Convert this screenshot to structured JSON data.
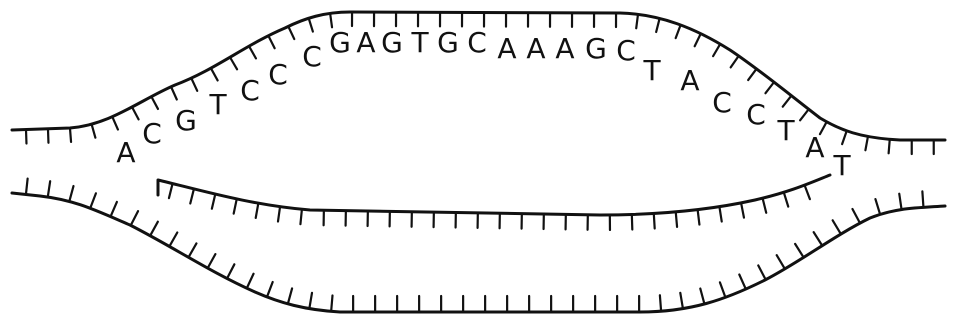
{
  "diagram": {
    "exposed_sequence": "ACGTCCCGAGTGCAAAGCTACCTAT",
    "bases": [
      {
        "letter": "A",
        "side": "left"
      },
      {
        "letter": "C",
        "side": "left"
      },
      {
        "letter": "G",
        "side": "left"
      },
      {
        "letter": "T",
        "side": "left"
      },
      {
        "letter": "C",
        "side": "left"
      },
      {
        "letter": "C",
        "side": "left"
      },
      {
        "letter": "C",
        "side": "left"
      },
      {
        "letter": "G",
        "side": "top"
      },
      {
        "letter": "A",
        "side": "top"
      },
      {
        "letter": "G",
        "side": "top"
      },
      {
        "letter": "T",
        "side": "top"
      },
      {
        "letter": "G",
        "side": "top"
      },
      {
        "letter": "C",
        "side": "top"
      },
      {
        "letter": "A",
        "side": "top"
      },
      {
        "letter": "A",
        "side": "top"
      },
      {
        "letter": "A",
        "side": "top"
      },
      {
        "letter": "G",
        "side": "top"
      },
      {
        "letter": "C",
        "side": "top"
      },
      {
        "letter": "T",
        "side": "right"
      },
      {
        "letter": "A",
        "side": "right"
      },
      {
        "letter": "C",
        "side": "right"
      },
      {
        "letter": "C",
        "side": "right"
      },
      {
        "letter": "T",
        "side": "right"
      },
      {
        "letter": "A",
        "side": "right"
      },
      {
        "letter": "T",
        "side": "right"
      }
    ],
    "strands": [
      "top-template-strand",
      "bottom-coding-strand",
      "nascent-strand"
    ]
  }
}
